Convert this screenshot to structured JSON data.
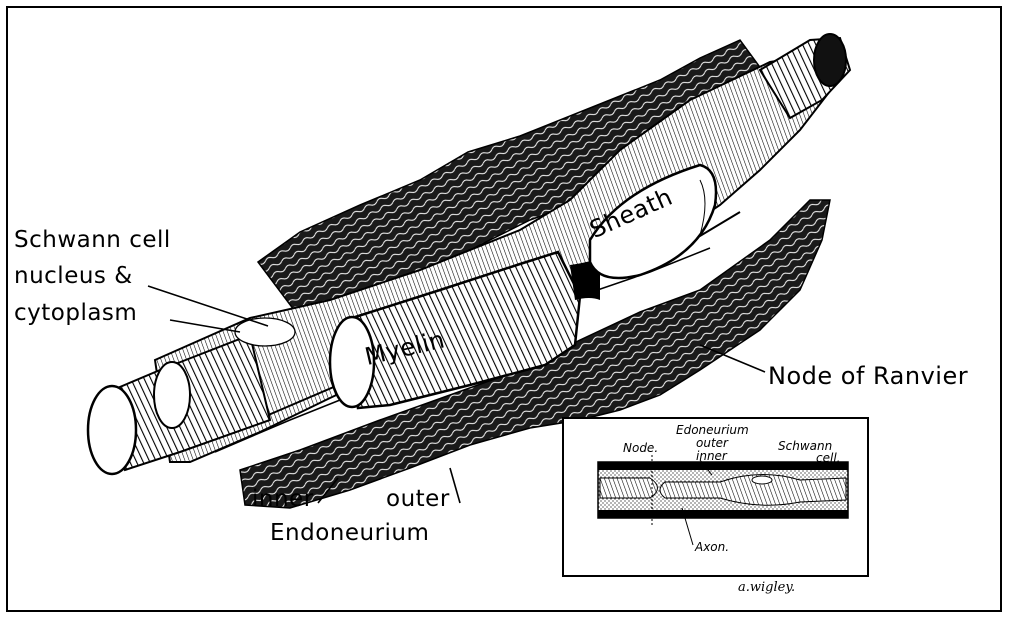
{
  "figure": {
    "labels": {
      "schwann_line1": "Schwann cell",
      "schwann_line2": "nucleus &",
      "schwann_line3": "cytoplasm",
      "myelin": "Myelin",
      "sheath": "Sheath",
      "node_of_ranvier": "Node of Ranvier",
      "inner": "inner",
      "outer": "outer",
      "endoneurium": "Endoneurium"
    },
    "inset": {
      "node": "Node.",
      "endoneurium": "Edoneurium",
      "outer": "outer",
      "inner": "inner",
      "schwann_line1": "Schwann",
      "schwann_line2": "cell.",
      "axon": "Axon."
    },
    "signature": "a.wigley."
  }
}
